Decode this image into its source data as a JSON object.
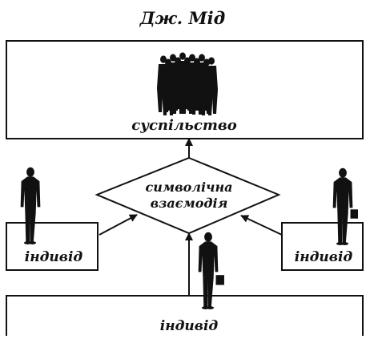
{
  "title": "Дж. Мід",
  "society": {
    "label": "суспільство",
    "icon": "crowd-of-people-icon"
  },
  "interaction": {
    "line1": "символічна",
    "line2": "взаємодія"
  },
  "individuals": [
    {
      "label": "індивід",
      "icon": "standing-man-icon"
    },
    {
      "label": "індивід",
      "icon": "man-with-briefcase-icon"
    },
    {
      "label": "індивід",
      "icon": "man-with-briefcase-icon"
    }
  ],
  "colors": {
    "ink": "#111111",
    "background": "#ffffff"
  }
}
